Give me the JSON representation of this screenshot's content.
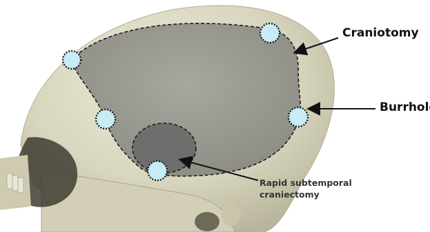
{
  "labels": {
    "craniotomy": "Craniotomy",
    "burrhole": "Burrhole",
    "rapid_line1": "Rapid subtemporal",
    "rapid_line2": "craniectomy"
  },
  "colors": {
    "bone": "#d9d6bf",
    "bone_shadow": "#a9a58e",
    "craniotomy_fill": "#9b9b93",
    "craniectomy_fill": "#6e6f6c",
    "burrhole_fill": "#c7ecf4",
    "burrhole_dots": "#1a1a1a",
    "outline": "#1a1a1a"
  },
  "icons": {
    "burrhole_marker": "burrhole-circle-icon",
    "arrow": "arrow-icon"
  }
}
